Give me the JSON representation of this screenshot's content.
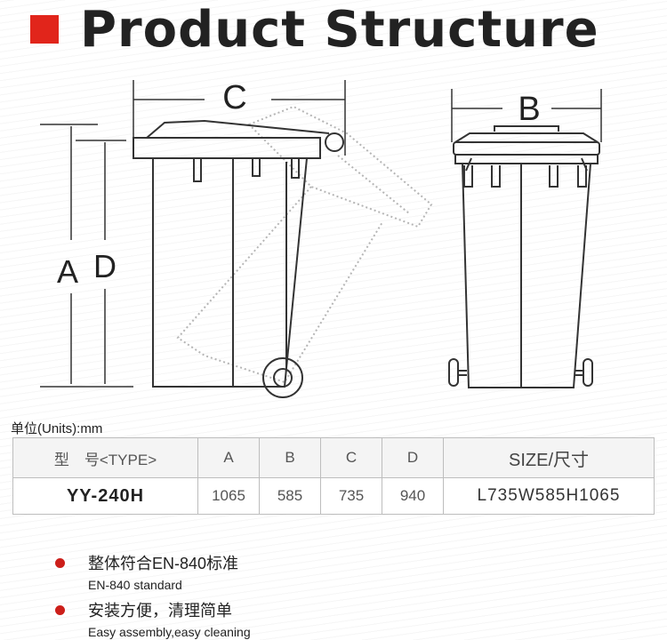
{
  "header": {
    "title": "Product Structure"
  },
  "diagram": {
    "label_c": "C",
    "label_b": "B",
    "label_a": "A",
    "label_d": "D"
  },
  "units": "单位(Units):mm",
  "table": {
    "headers": [
      "型　号<TYPE>",
      "A",
      "B",
      "C",
      "D",
      "SIZE/尺寸"
    ],
    "rows": [
      [
        "YY-240H",
        "1065",
        "585",
        "735",
        "940",
        "L735W585H1065"
      ]
    ]
  },
  "features": [
    {
      "cn": "整体符合EN-840标准",
      "en": "EN-840 standard"
    },
    {
      "cn": "安装方便，清理简单",
      "en": "Easy assembly,easy cleaning"
    }
  ],
  "colors": {
    "accent": "#e1251b",
    "bullet": "#cc1f1a"
  }
}
